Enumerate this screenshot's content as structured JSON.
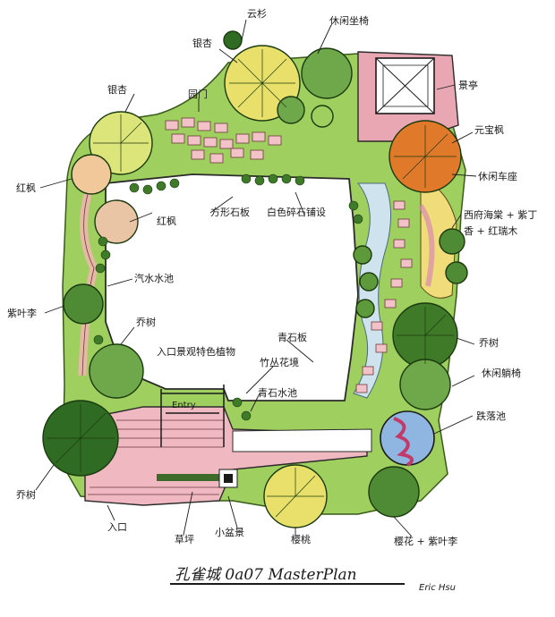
{
  "plan": {
    "title": "孔雀城 0a07 MasterPlan",
    "signature": "Eric Hsu",
    "entry_sign": "Entry"
  },
  "labels": {
    "yunshan": "云杉",
    "xiuxian_zuoyi_top": "休闲坐椅",
    "yinxing_top": "银杏",
    "jiaoting": "景亭",
    "yinxing_left": "银杏",
    "rukou_top": "园门",
    "yuanbaofeng": "元宝枫",
    "xiuxian_chezuo": "休闲车座",
    "hongfeng_left": "红枫",
    "fangzhuashiban": "方形石板",
    "baisesuishipu": "白色碎石铺设",
    "hongfeng_mid": "红枫",
    "fanxiangshu_group": "西府海棠 + 紫丁香 + 红瑞木",
    "shanmushuoyuan": "汽水水池",
    "zimuyu": "紫叶李",
    "shuishu_left": "乔树",
    "gaoxianghua": "入口景观特色植物",
    "qingshiban": "青石板",
    "shuishu_right": "乔树",
    "zhulinhuaqiu": "竹丛花境",
    "qingshi_jingkong": "青石水池",
    "xiuxian_ziyi": "休闲躺椅",
    "yuzhichi": "跌落池",
    "shuishu_bottom": "乔树",
    "rukou_bottom": "入口",
    "caoping": "草坪",
    "xiaopenjing": "小盆景",
    "yinghua": "樱桃",
    "yingtao_zimuyu": "樱花 + 紫叶李"
  }
}
